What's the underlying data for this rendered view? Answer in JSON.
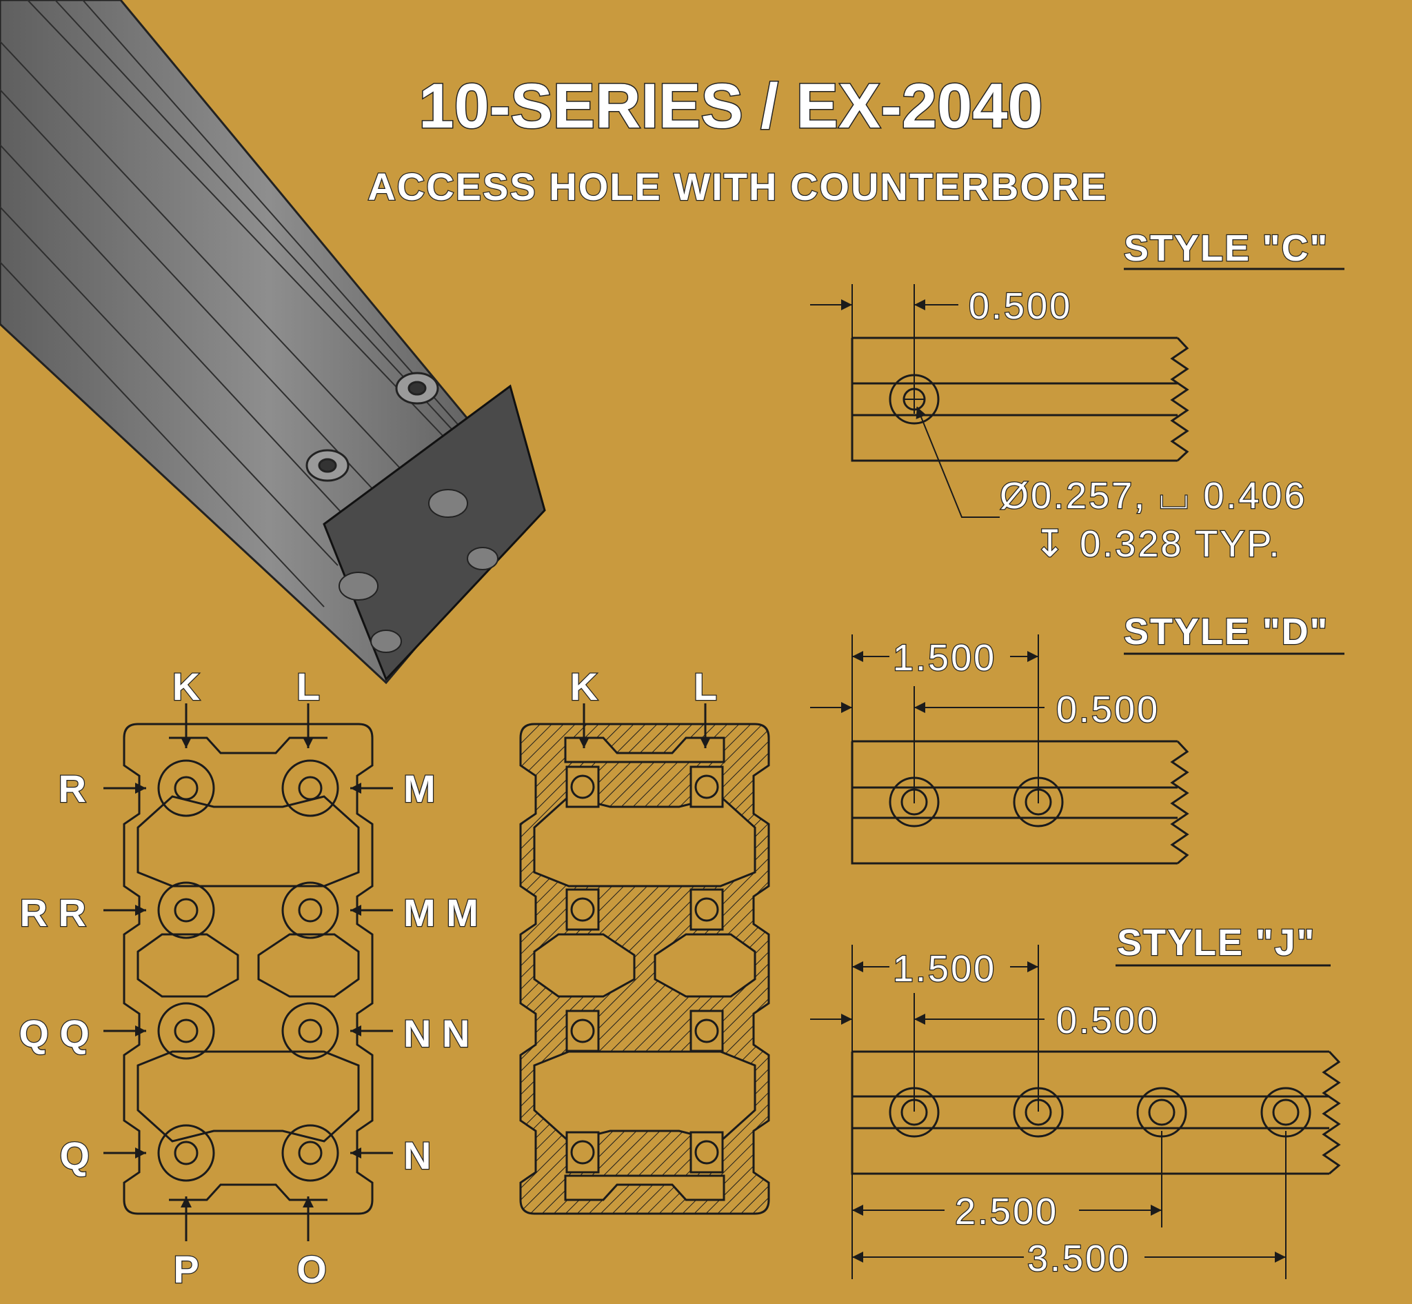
{
  "title": "10-SERIES / EX-2040",
  "subtitle": "ACCESS HOLE WITH COUNTERBORE",
  "colors": {
    "background": "#C99A3E",
    "line": "#1B1B1B",
    "text": "#FFFFFF",
    "extrusion": "#7A7A7A"
  },
  "style_c": {
    "label": "STYLE \"C\"",
    "offset": "0.500",
    "callout_line1": "Ø0.257, ⌴ 0.406",
    "callout_line2": "↧ 0.328 TYP."
  },
  "style_d": {
    "label": "STYLE \"D\"",
    "spacing": "1.500",
    "offset": "0.500"
  },
  "style_j": {
    "label": "STYLE \"J\"",
    "spacing": "1.500",
    "offset": "0.500",
    "dim_third": "2.500",
    "dim_fourth": "3.500"
  },
  "profile_left": {
    "top_labels": [
      "K",
      "L"
    ],
    "left_labels": [
      "R",
      "R R",
      "Q Q",
      "Q"
    ],
    "right_labels": [
      "M",
      "M M",
      "N N",
      "N"
    ],
    "bottom_labels": [
      "P",
      "O"
    ]
  },
  "profile_section": {
    "top_labels": [
      "K",
      "L"
    ]
  }
}
